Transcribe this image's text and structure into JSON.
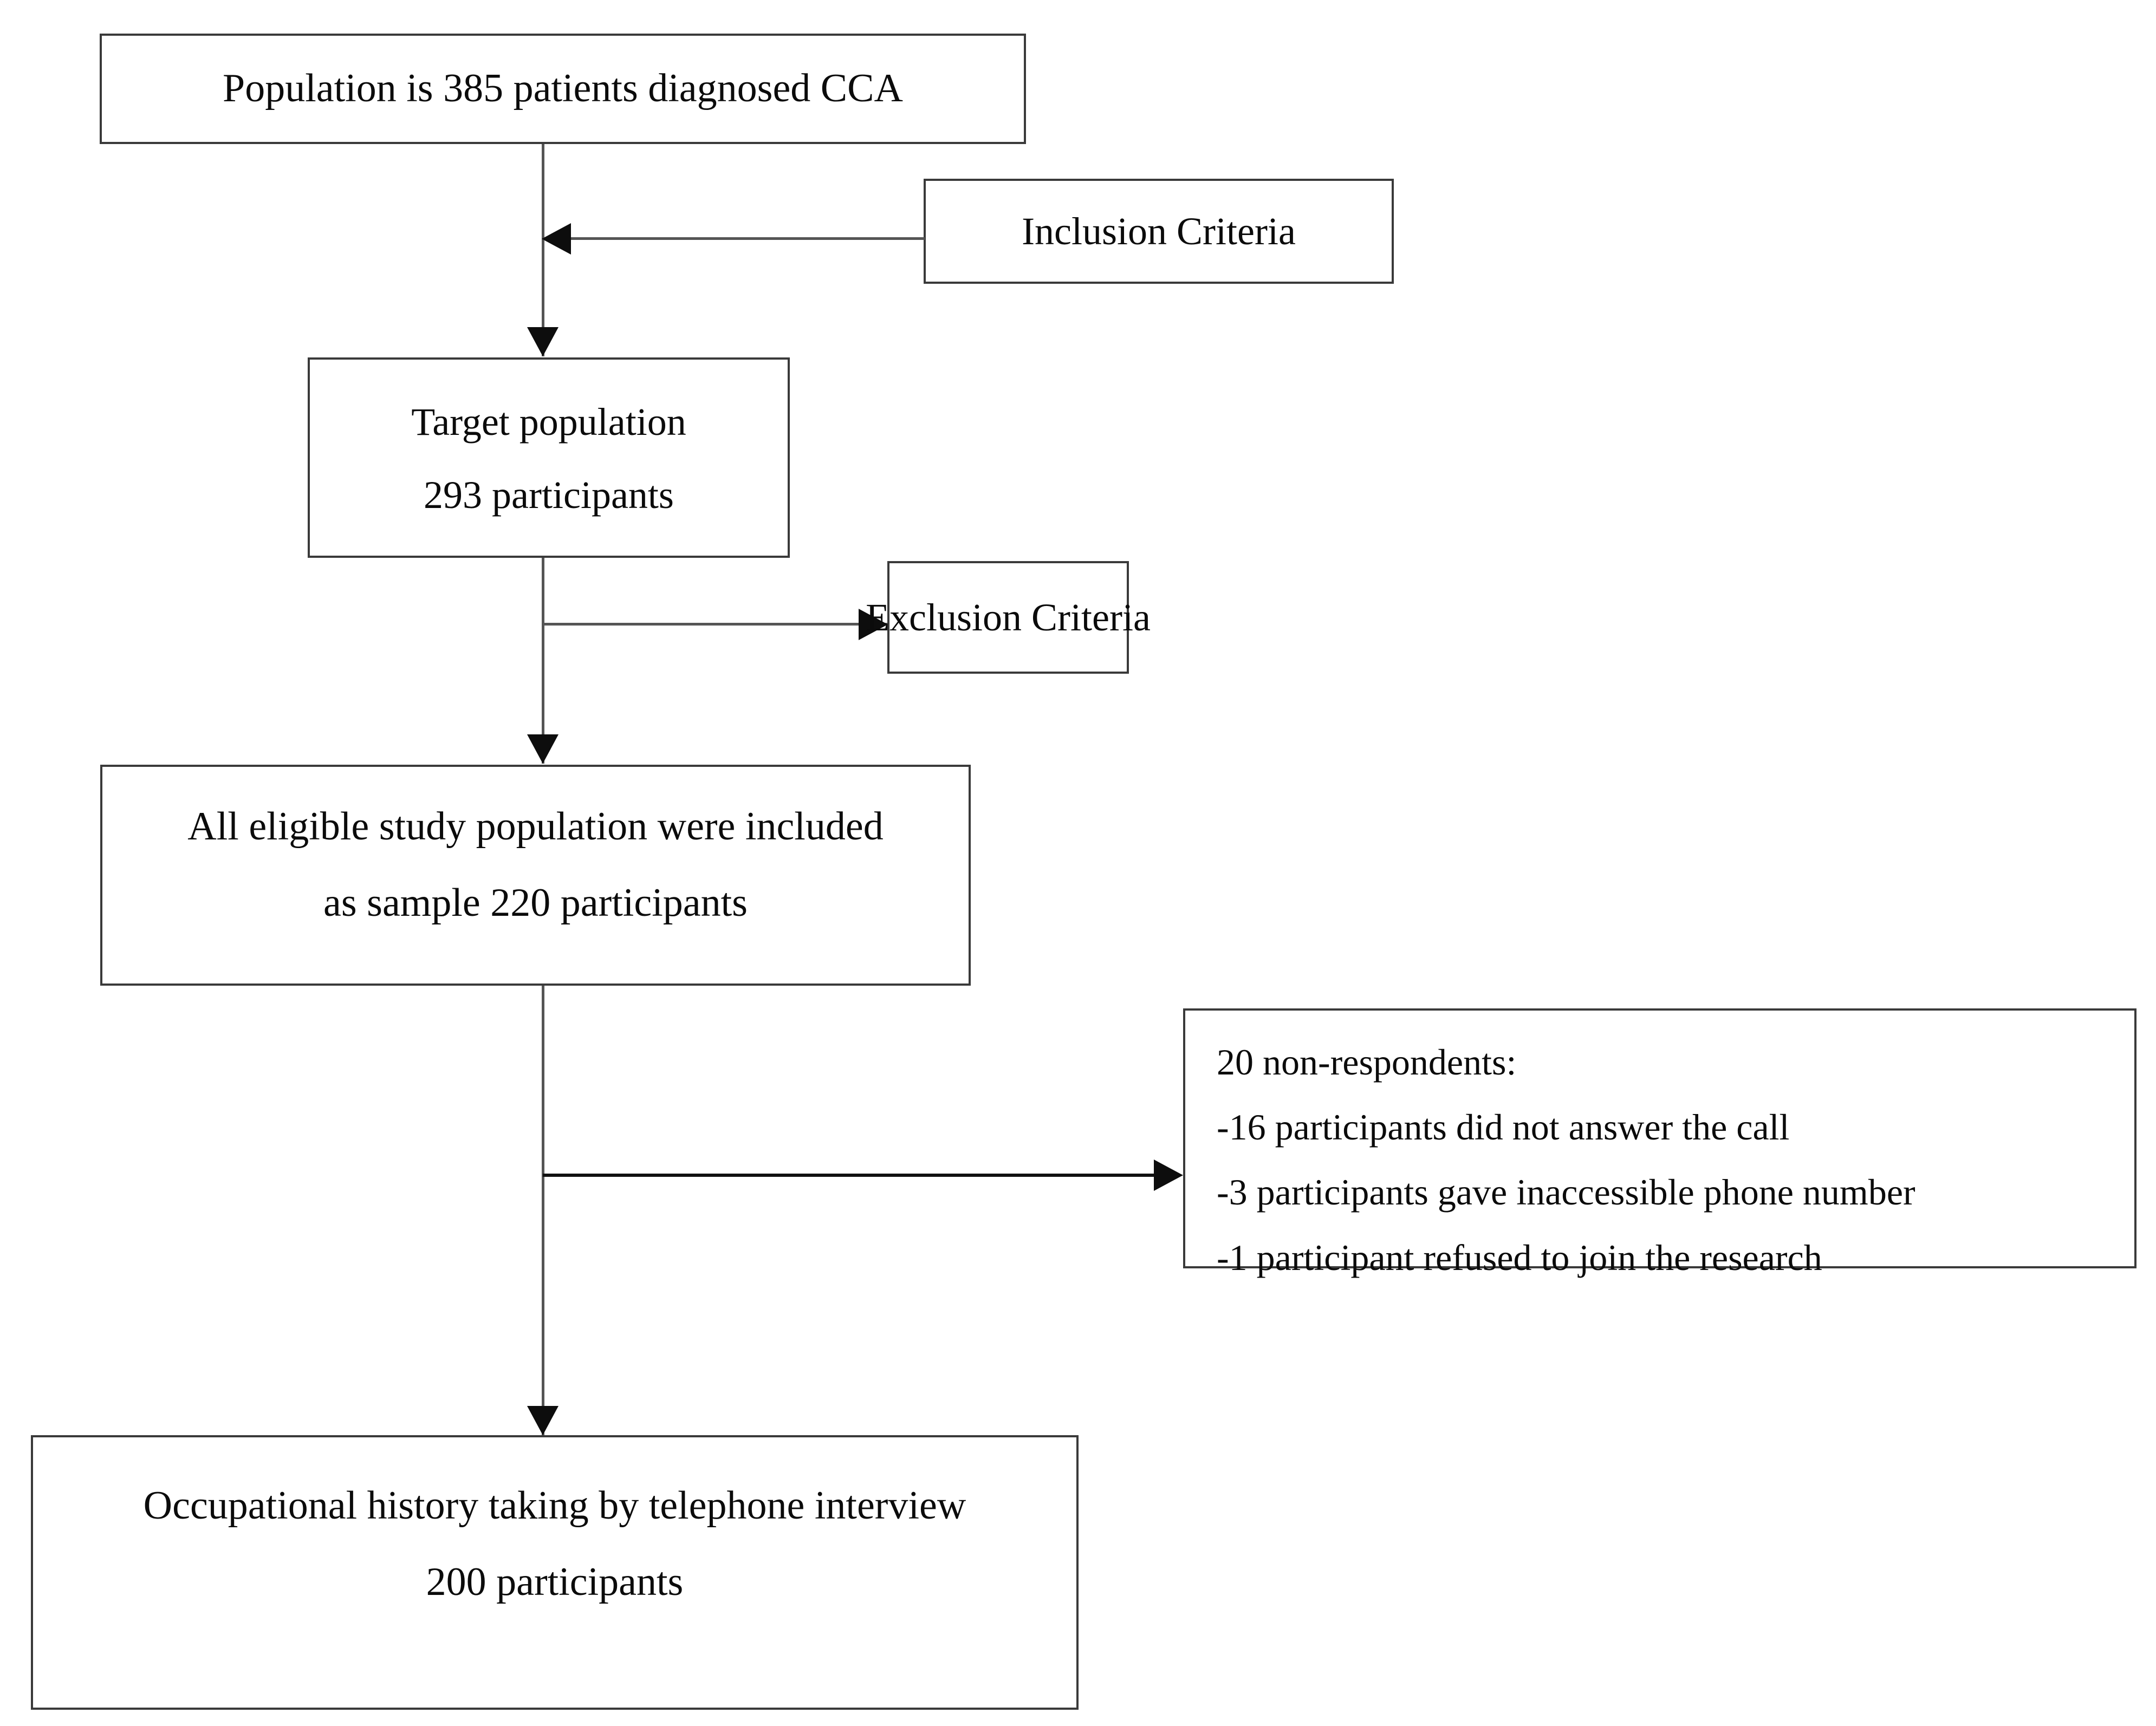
{
  "diagram": {
    "title": "Study participant flow diagram",
    "background_color": "#ffffff",
    "box_border_color": "#3a3a3a",
    "connector_color": "#555555",
    "arrow_color": "#0d0d0d",
    "nodes": {
      "population": {
        "lines": [
          "Population is 385 patients diagnosed CCA"
        ]
      },
      "inclusion_criteria": {
        "lines": [
          "Inclusion Criteria"
        ]
      },
      "target_population": {
        "lines": [
          "Target population",
          "293 participants"
        ]
      },
      "exclusion_criteria": {
        "lines": [
          "Exclusion Criteria"
        ]
      },
      "eligible_sample": {
        "lines": [
          "All eligible study population were included",
          "as sample 220 participants"
        ]
      },
      "non_respondents": {
        "lines": [
          "20 non-respondents:",
          "-16 participants did not answer the call",
          "-3 participants gave inaccessible phone number",
          "-1 participant refused to join the research"
        ]
      },
      "final_sample": {
        "lines": [
          "Occupational history taking by telephone interview",
          "200 participants"
        ]
      }
    },
    "connectors": [
      {
        "name": "population-to-target",
        "type": "vertical-arrow-down"
      },
      {
        "name": "inclusion-to-flow",
        "type": "horizontal-arrow-left"
      },
      {
        "name": "target-to-eligible",
        "type": "vertical-arrow-down"
      },
      {
        "name": "flow-to-exclusion",
        "type": "horizontal-arrow-right"
      },
      {
        "name": "eligible-to-final",
        "type": "vertical-arrow-down"
      },
      {
        "name": "flow-to-non-respondents",
        "type": "horizontal-arrow-right"
      }
    ]
  }
}
